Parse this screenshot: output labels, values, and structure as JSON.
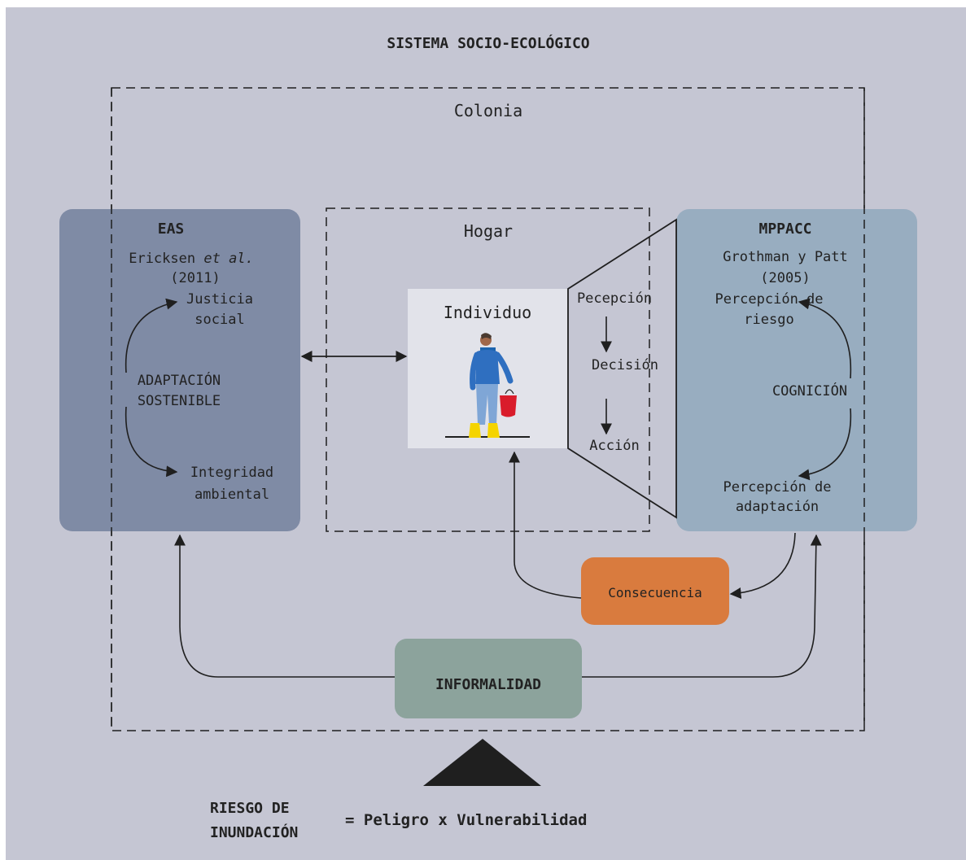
{
  "colors": {
    "background": "#c5c6d3",
    "eas_box": "#7f8ba5",
    "mppacc_box": "#98adc0",
    "individuo_box": "#e2e3ea",
    "consecuencia_box": "#d97b3e",
    "informalidad_box": "#8ca39c",
    "line": "#1f1f1f"
  },
  "title": "SISTEMA SOCIO-ECOLÓGICO",
  "colonia_label": "Colonia",
  "hogar_label": "Hogar",
  "individuo_label": "Individuo",
  "eas": {
    "title": "EAS",
    "author": "Ericksen",
    "author_etal": "et al.",
    "year": "(2011)",
    "justicia_1": "Justicia",
    "justicia_2": "social",
    "adaptacion_1": "ADAPTACIÓN",
    "adaptacion_2": "SOSTENIBLE",
    "integridad_1": "Integridad",
    "integridad_2": "ambiental"
  },
  "mppacc": {
    "title": "MPPACC",
    "author": "Grothman y Patt",
    "year": "(2005)",
    "riesgo_1": "Percepción de",
    "riesgo_2": "riesgo",
    "cognicion": "COGNICIÓN",
    "adaptacion_1": "Percepción de",
    "adaptacion_2": "adaptación"
  },
  "steps": {
    "percepcion": "Pecepción",
    "decision": "Decisión",
    "accion": "Acción"
  },
  "consecuencia": "Consecuencia",
  "informalidad": "INFORMALIDAD",
  "formula": {
    "lhs_1": "RIESGO DE",
    "lhs_2": "INUNDACIÓN",
    "rhs": "= Peligro x Vulnerabilidad"
  },
  "icons": {
    "person": "person-with-bucket-icon",
    "fulcrum": "triangle-icon"
  }
}
